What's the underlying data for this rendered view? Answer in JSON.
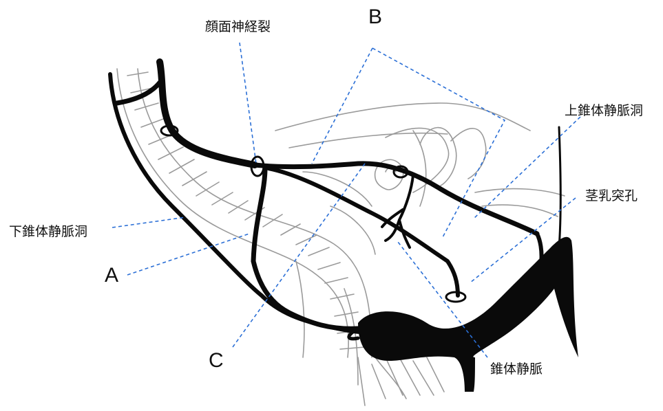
{
  "labels": {
    "facial_nerve_hiatus": "顔面神経裂",
    "b": "B",
    "superior_petrosal_sinus": "上錐体静脈洞",
    "stylomastoid_foramen": "茎乳突孔",
    "inferior_petrosal_sinus": "下錐体静脈洞",
    "a": "A",
    "c": "C",
    "petrosal_vein": "錐体静脈"
  },
  "colors": {
    "vessel": "#0a0a0a",
    "sketch": "#9a9a9a",
    "leader": "#2b6fd6"
  }
}
